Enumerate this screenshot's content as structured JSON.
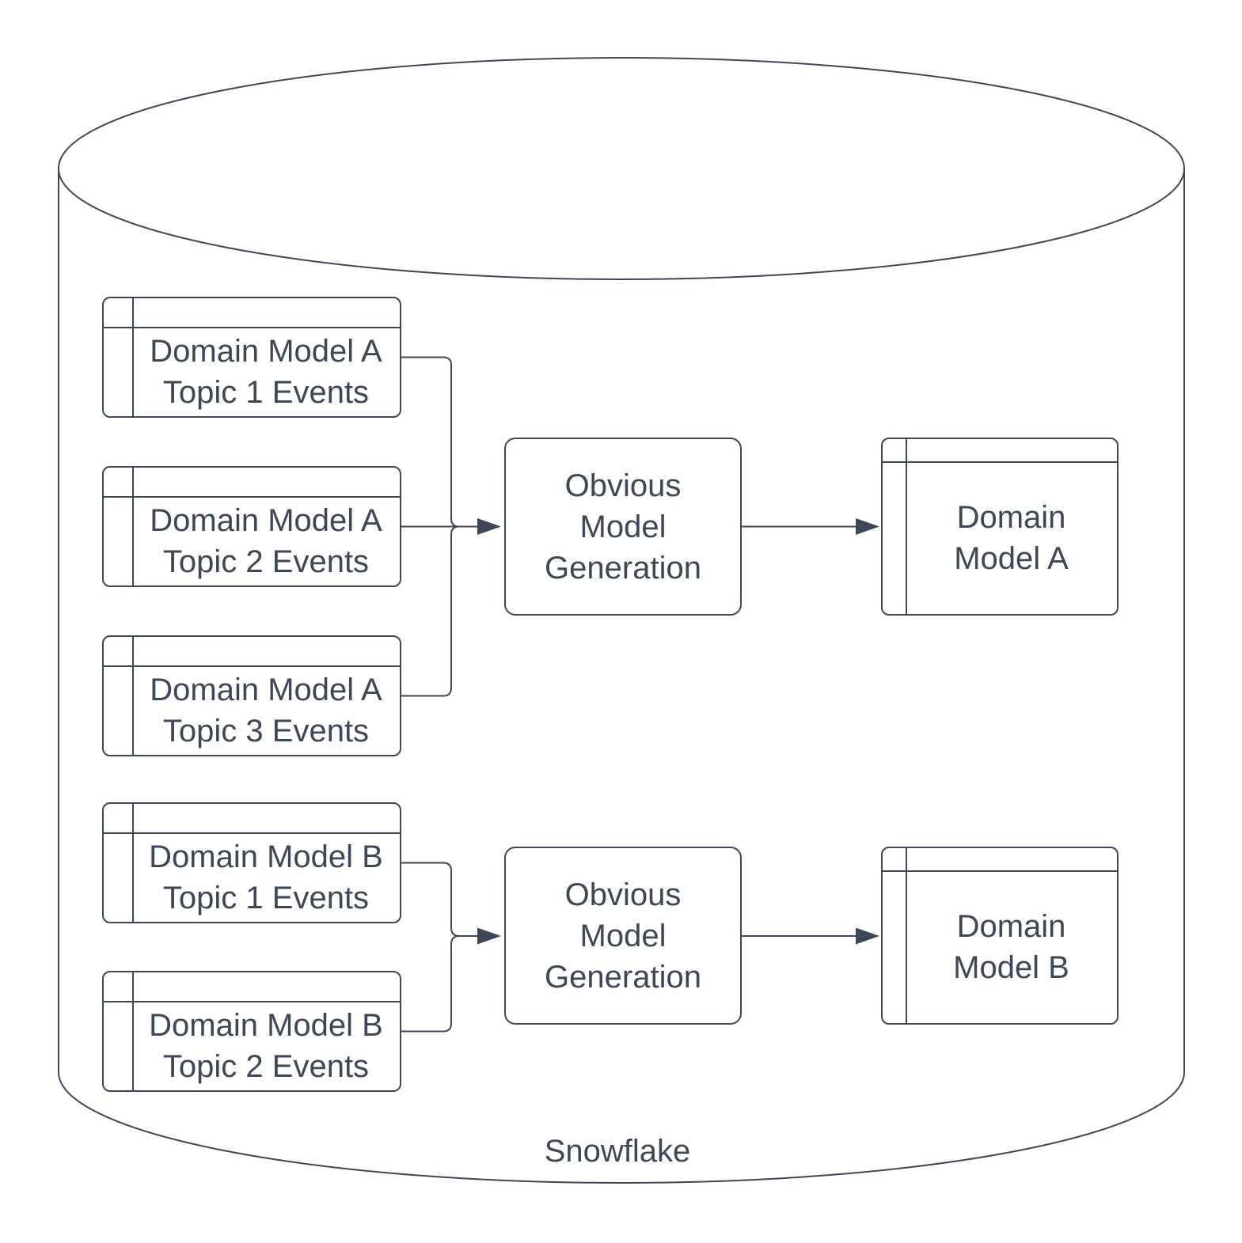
{
  "diagram": {
    "type": "flow-diagram",
    "container": {
      "shape": "database-cylinder",
      "label": "Snowflake"
    },
    "colors": {
      "stroke": "#3e4757",
      "text": "#3e4757",
      "background": "#ffffff"
    },
    "groups": [
      {
        "name": "domain-model-a",
        "sources": [
          "Domain Model A\nTopic 1 Events",
          "Domain Model A\nTopic 2 Events",
          "Domain Model A\nTopic 3 Events"
        ],
        "process": "Obvious\nModel\nGeneration",
        "output": "Domain\nModel A"
      },
      {
        "name": "domain-model-b",
        "sources": [
          "Domain Model B\nTopic 1 Events",
          "Domain Model B\nTopic 2 Events"
        ],
        "process": "Obvious\nModel\nGeneration",
        "output": "Domain\nModel B"
      }
    ]
  }
}
